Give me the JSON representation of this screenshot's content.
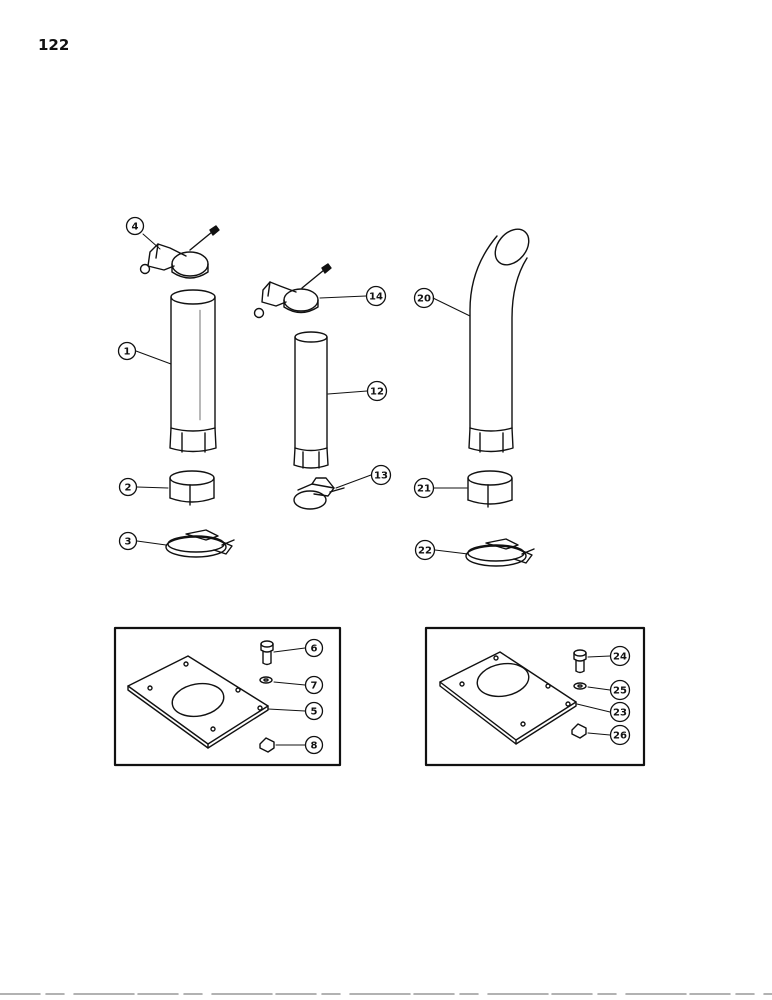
{
  "page": {
    "number": "122"
  },
  "parts": {
    "p1": "1",
    "p2": "2",
    "p3": "3",
    "p4": "4",
    "p5": "5",
    "p6": "6",
    "p7": "7",
    "p8": "8",
    "p12": "12",
    "p13": "13",
    "p14": "14",
    "p20": "20",
    "p21": "21",
    "p22": "22",
    "p23": "23",
    "p24": "24",
    "p25": "25",
    "p26": "26"
  }
}
